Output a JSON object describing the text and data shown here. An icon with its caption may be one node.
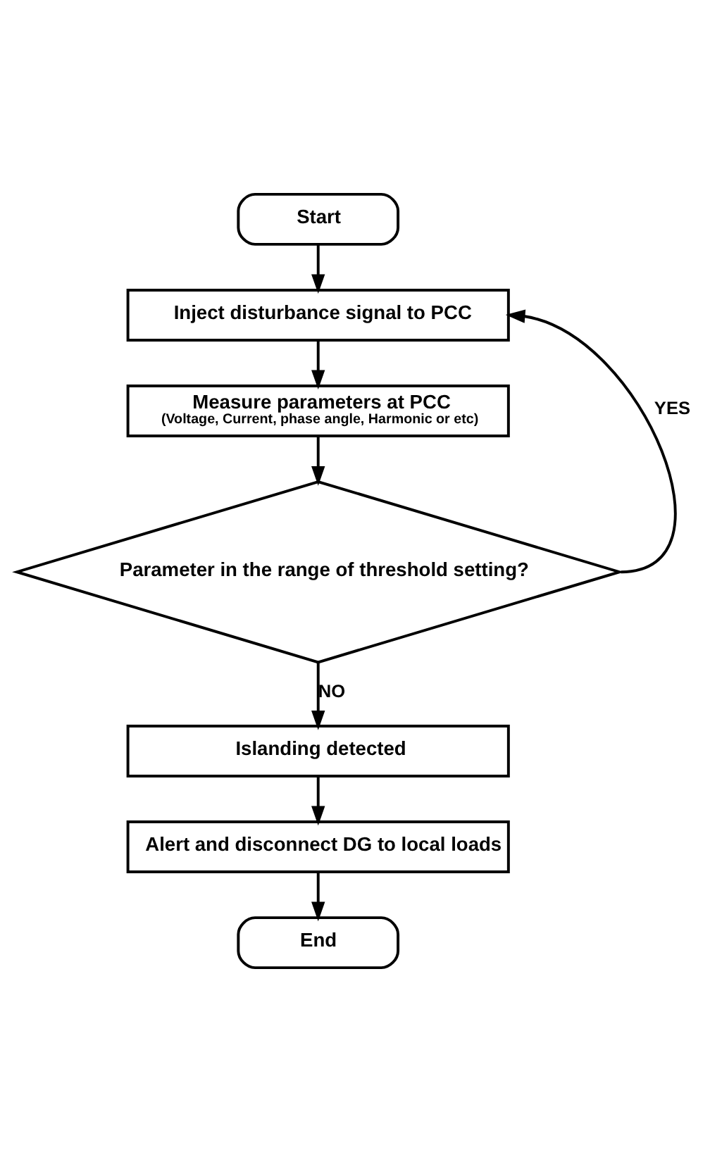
{
  "diagram": {
    "nodes": [
      {
        "text": [
          "Start"
        ]
      },
      {
        "text": [
          "Inject disturbance signal to PCC"
        ]
      },
      {
        "text": [
          "Measure parameters at PCC",
          "(Voltage, Current, phase angle, Harmonic or etc)"
        ]
      },
      {
        "text": [
          "Parameter in the range of threshold setting?"
        ]
      },
      {
        "text": [
          "Islanding detected"
        ]
      },
      {
        "text": [
          "Alert and disconnect DG to local loads"
        ]
      },
      {
        "text": [
          "End"
        ]
      }
    ],
    "edges": [
      {
        "from": 0,
        "to": 1,
        "arrow": "to"
      },
      {
        "from": 1,
        "to": 2,
        "arrow": "to"
      },
      {
        "from": 2,
        "to": 3,
        "arrow": "to"
      },
      {
        "from": 3,
        "to": 1,
        "arrow": "to",
        "label": "YES"
      },
      {
        "from": 3,
        "to": 4,
        "arrow": "to",
        "label": "NO"
      },
      {
        "from": 4,
        "to": 5,
        "arrow": "to"
      },
      {
        "from": 5,
        "to": 6,
        "arrow": "to"
      }
    ]
  }
}
